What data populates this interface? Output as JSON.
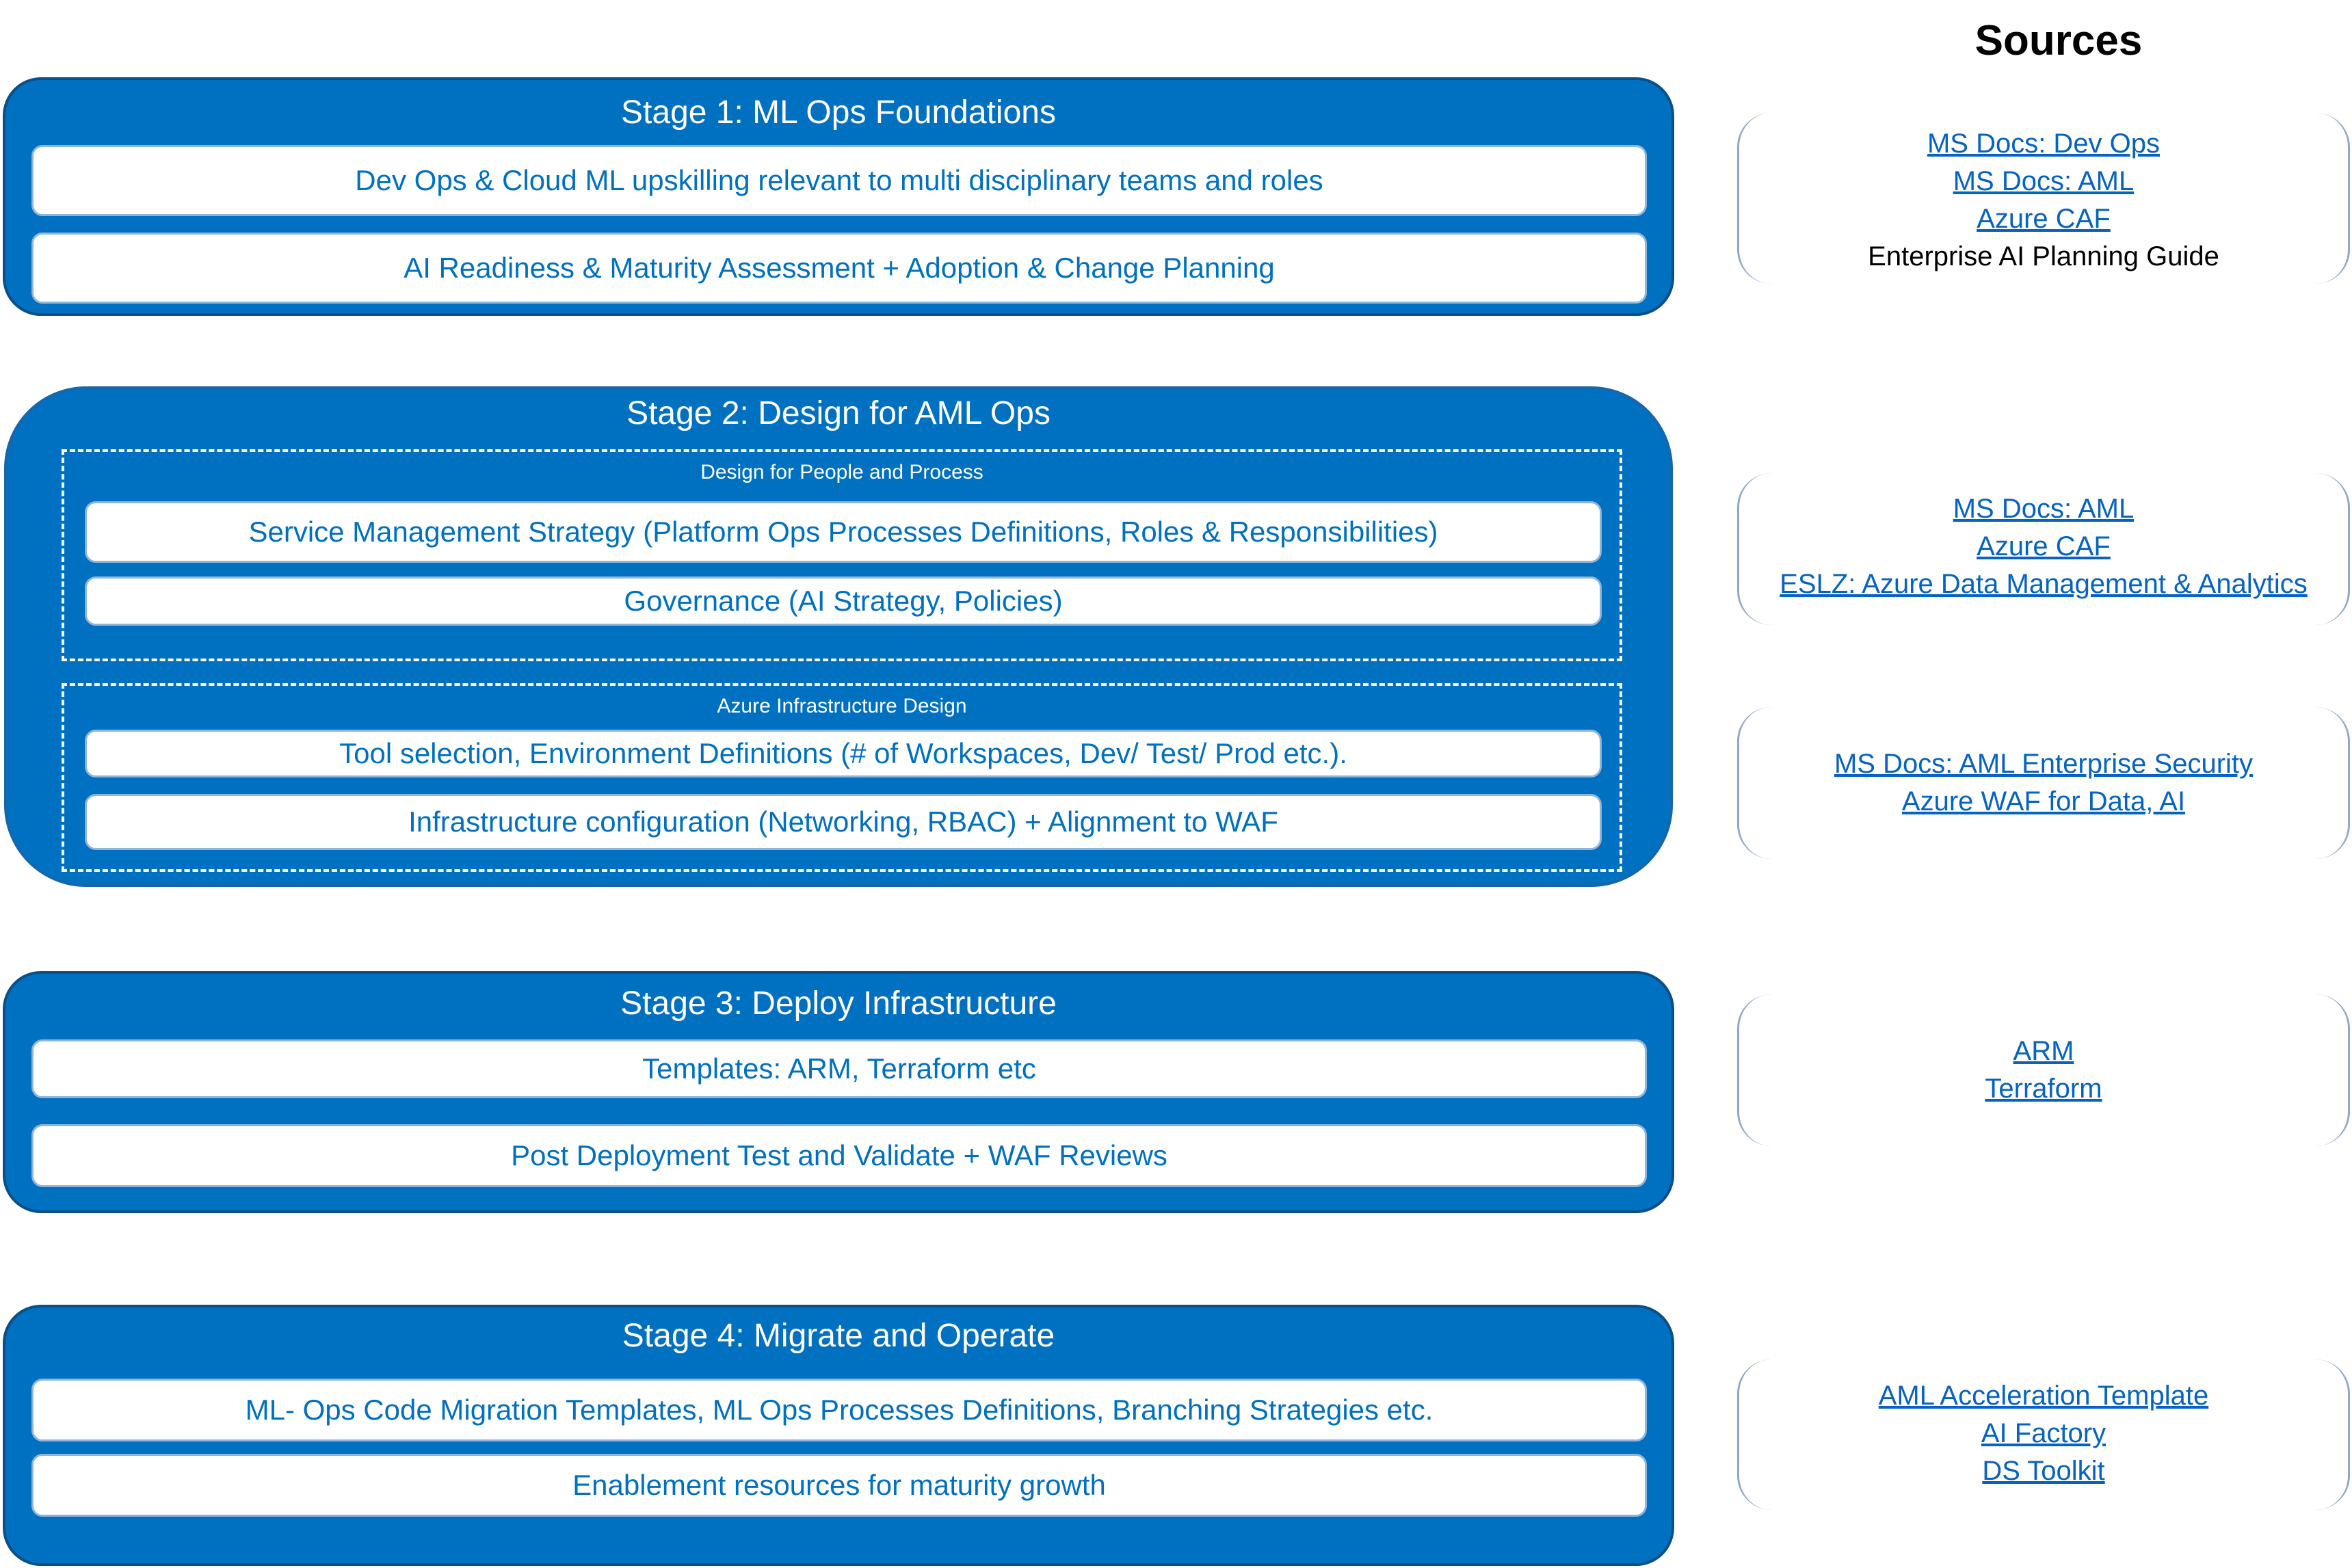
{
  "sources_heading": "Sources",
  "stages": [
    {
      "title": "Stage 1: ML Ops Foundations",
      "items": [
        "Dev Ops & Cloud ML upskilling relevant to multi disciplinary teams and roles",
        "AI Readiness & Maturity Assessment + Adoption & Change Planning"
      ]
    },
    {
      "title": "Stage 2: Design for AML Ops",
      "groups": [
        {
          "title": "Design for People and Process",
          "items": [
            "Service Management Strategy (Platform Ops Processes Definitions, Roles & Responsibilities)",
            "Governance (AI Strategy, Policies)"
          ]
        },
        {
          "title": "Azure Infrastructure Design",
          "items": [
            "Tool selection, Environment Definitions (# of Workspaces, Dev/ Test/ Prod etc.).",
            "Infrastructure configuration (Networking, RBAC) + Alignment to WAF"
          ]
        }
      ]
    },
    {
      "title": "Stage 3: Deploy Infrastructure",
      "items": [
        "Templates: ARM, Terraform etc",
        "Post Deployment Test and Validate + WAF Reviews"
      ]
    },
    {
      "title": "Stage 4: Migrate and Operate",
      "items": [
        "ML- Ops Code Migration Templates, ML Ops Processes Definitions, Branching Strategies etc.",
        "Enablement resources for maturity growth"
      ]
    }
  ],
  "sources": [
    [
      {
        "text": "MS Docs: Dev Ops",
        "link": true
      },
      {
        "text": "MS Docs: AML",
        "link": true
      },
      {
        "text": "Azure CAF",
        "link": true
      },
      {
        "text": "Enterprise AI Planning Guide",
        "link": false
      }
    ],
    [
      {
        "text": "MS Docs: AML",
        "link": true
      },
      {
        "text": "Azure CAF",
        "link": true
      },
      {
        "text": "ESLZ: Azure Data Management & Analytics",
        "link": true
      }
    ],
    [
      {
        "text": "MS Docs: AML Enterprise Security",
        "link": true
      },
      {
        "text": "Azure WAF for Data, AI",
        "link": true
      }
    ],
    [
      {
        "text": "ARM",
        "link": true
      },
      {
        "text": "Terraform",
        "link": true
      }
    ],
    [
      {
        "text": "AML Acceleration Template",
        "link": true
      },
      {
        "text": "AI Factory",
        "link": true
      },
      {
        "text": "DS Toolkit",
        "link": true
      }
    ]
  ],
  "colors": {
    "stage_fill": "#0070C0",
    "item_text": "#0070C0",
    "link": "#0563C1"
  }
}
